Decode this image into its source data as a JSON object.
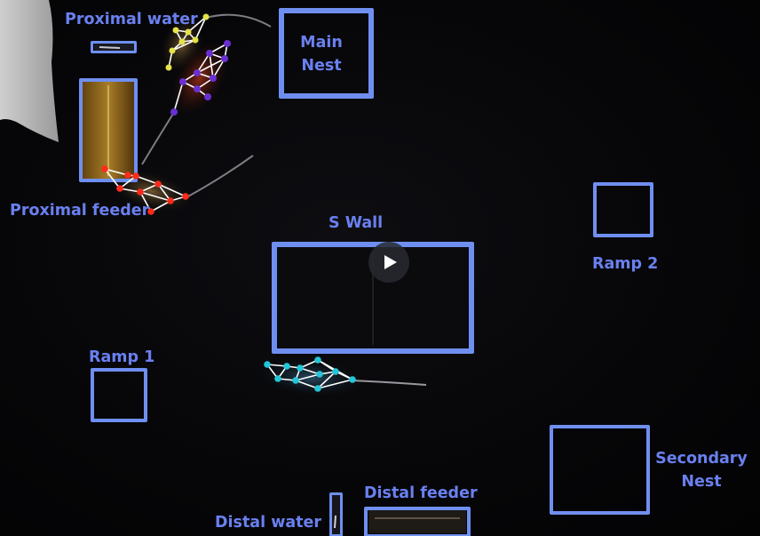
{
  "zones": {
    "proximal_water": "Proximal water",
    "main_nest_line1": "Main",
    "main_nest_line2": "Nest",
    "proximal_feeder": "Proximal feeder",
    "s_wall": "S Wall",
    "ramp_2": "Ramp 2",
    "ramp_1": "Ramp 1",
    "secondary_nest_line1": "Secondary",
    "secondary_nest_line2": "Nest",
    "distal_feeder": "Distal feeder",
    "distal_water": "Distal water"
  },
  "colors": {
    "zone_border": "#6f8ff0",
    "label": "#6a80f0",
    "pose_yellow": "#e6e24a",
    "pose_purple": "#6a2fd0",
    "pose_red": "#ff2a1a",
    "pose_cyan": "#22c6d8",
    "skeleton": "#ffffff"
  },
  "controls": {
    "play_icon": "play-icon"
  }
}
